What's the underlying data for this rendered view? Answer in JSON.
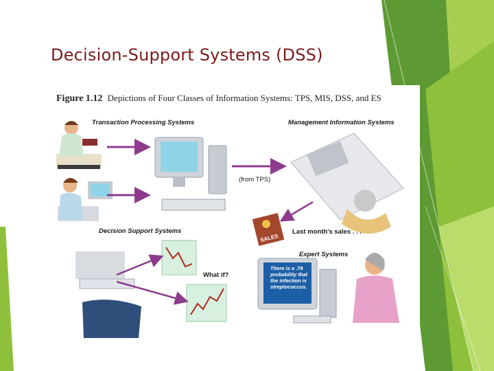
{
  "slide": {
    "title": "Decision-Support Systems (DSS)"
  },
  "figure": {
    "number": "Figure 1.12",
    "caption": "Depictions of Four Classes of Information Systems: TPS, MIS, DSS, and ES",
    "labels": {
      "tps": "Transaction Processing Systems",
      "mis": "Management Information Systems",
      "from_tps": "(from TPS)",
      "dss": "Decision Support Systems",
      "last_month": "Last month's sales . . .",
      "what_if": "What if?",
      "es": "Expert Systems"
    },
    "report_badge": "SALES",
    "es_screen_text": "There is a .78 probability that the infection is streptococcus."
  },
  "colors": {
    "title": "#7b1a1a",
    "green_dark": "#4e8a2c",
    "green_light": "#8fc03b",
    "arrow_purple": "#8e3b8e"
  }
}
